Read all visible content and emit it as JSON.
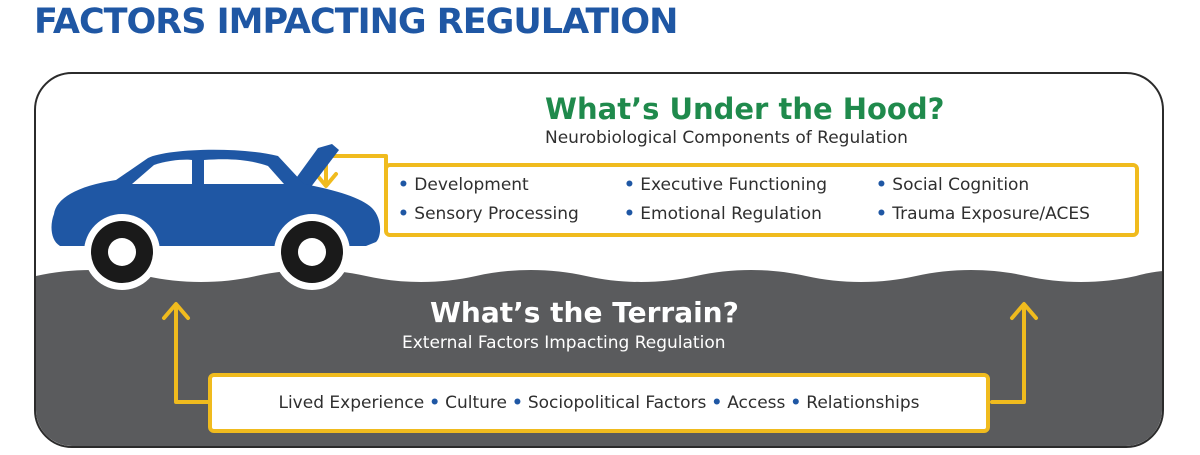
{
  "title": "FACTORS IMPACTING REGULATION",
  "hood": {
    "title": "What’s Under the Hood?",
    "subtitle": "Neurobiological Components of Regulation",
    "items": [
      "Development",
      "Sensory Processing",
      "Executive Functioning",
      "Emotional Regulation",
      "Social Cognition",
      "Trauma Exposure/ACES"
    ]
  },
  "terrain": {
    "title": "What’s the Terrain?",
    "subtitle": "External Factors Impacting Regulation",
    "items": [
      "Lived Experience",
      "Culture",
      "Sociopolitical Factors",
      "Access",
      "Relationships"
    ]
  },
  "colors": {
    "title_blue": "#1f57a4",
    "hood_green": "#1f8a4c",
    "arrow_yellow": "#f0bb1e",
    "terrain_gray": "#5a5b5d",
    "car_blue": "#1f57a4"
  }
}
